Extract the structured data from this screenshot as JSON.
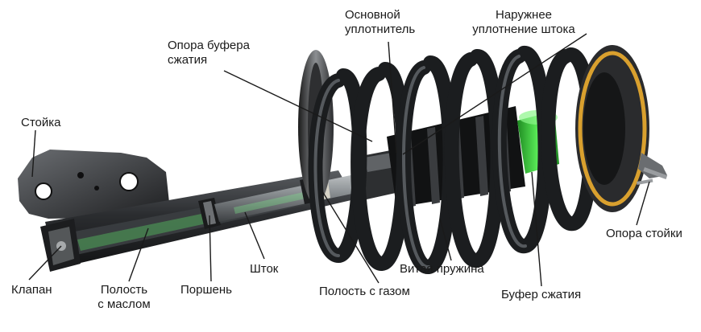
{
  "labels": {
    "stoyka": "Стойка",
    "opora_bufera": [
      "Опора буфера",
      "сжатия"
    ],
    "osnovnoy_uplotnitel": [
      "Основной",
      "уплотнитель"
    ],
    "naruzhnee_uplotnenie": [
      "Наружнее",
      "уплотнение штока"
    ],
    "opora_stoyki": "Опора стойки",
    "klapan": "Клапан",
    "polost_maslom": [
      "Полость",
      "с маслом"
    ],
    "porshen": "Поршень",
    "shtok": "Шток",
    "polost_gazom": "Полость с газом",
    "vitaya_pruzhina": "Витая пружина",
    "bufer_szhatiya": "Буфер сжатия"
  },
  "colors": {
    "spring": "#1b1d1f",
    "metal_dark": "#2a2c2f",
    "rod": "#9fa3a6",
    "accent_green": "#39d13a",
    "accent_gold": "#d9a02e",
    "leader": "#1a1a1a"
  }
}
